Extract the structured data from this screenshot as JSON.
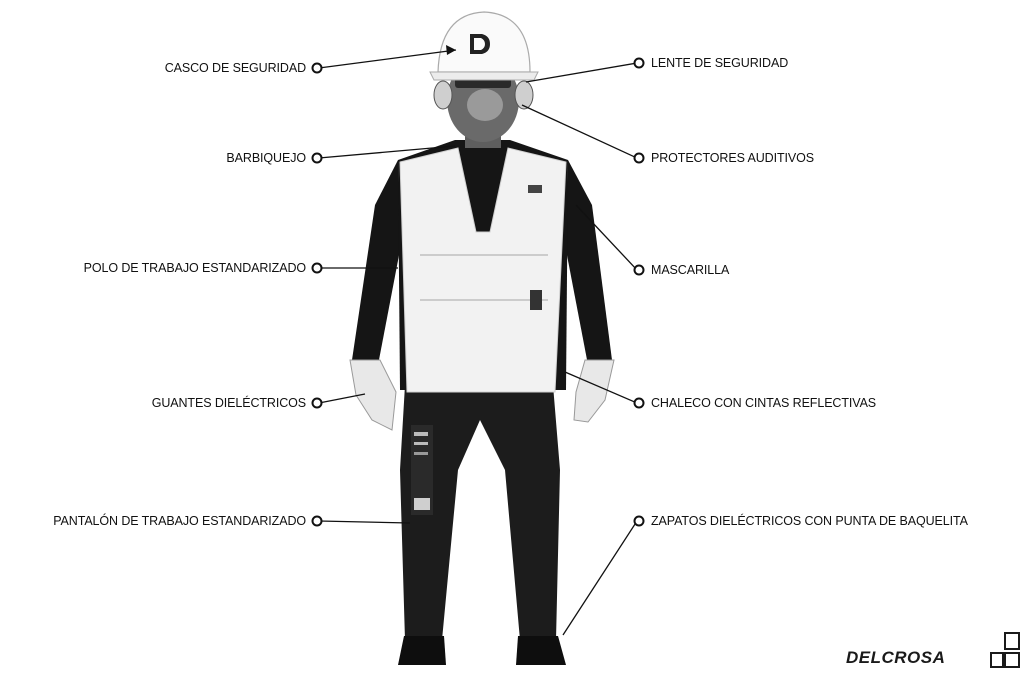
{
  "labels": {
    "casco": "CASCO DE SEGURIDAD",
    "barbiquejo": "BARBIQUEJO",
    "polo": "POLO DE TRABAJO ESTANDARIZADO",
    "guantes": "GUANTES DIELÉCTRICOS",
    "pantalon": "PANTALÓN DE TRABAJO ESTANDARIZADO",
    "lente": "LENTE DE SEGURIDAD",
    "protectores": "PROTECTORES AUDITIVOS",
    "mascarilla": "MASCARILLA",
    "chaleco": "CHALECO CON CINTAS REFLECTIVAS",
    "zapatos": "ZAPATOS DIELÉCTRICOS CON PUNTA DE BAQUELITA"
  },
  "brand": {
    "name": "DELCROSA"
  },
  "colors": {
    "line": "#111111",
    "vest": "#f2f2f2",
    "shirt": "#151515",
    "pants": "#1c1c1c",
    "skin": "#6a6a6a",
    "helmet": "#fafafa"
  }
}
